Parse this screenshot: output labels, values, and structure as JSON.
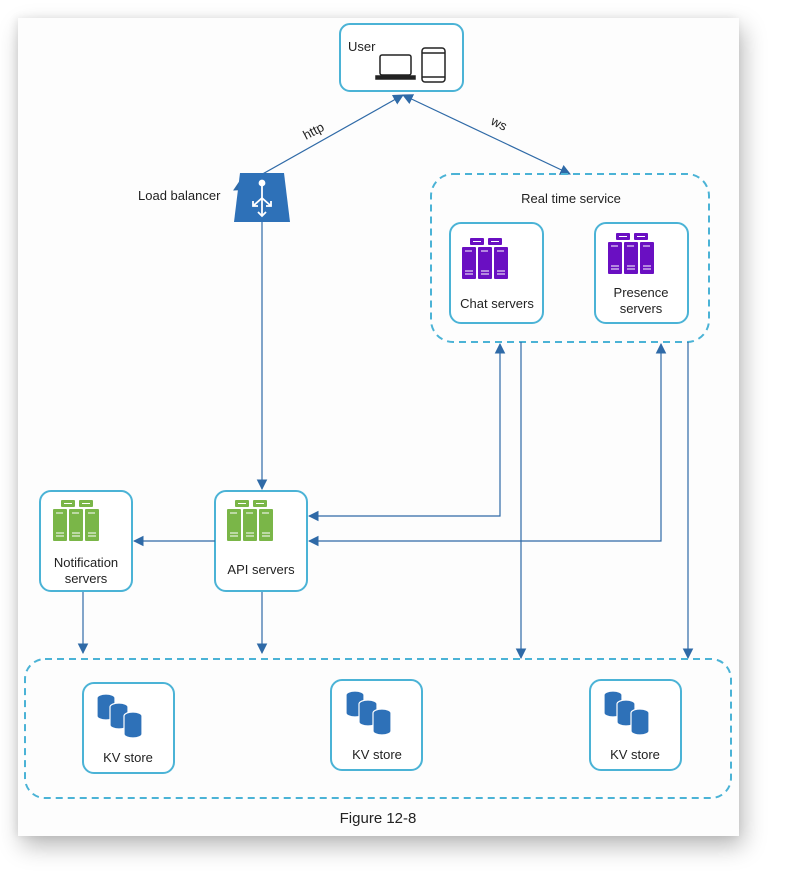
{
  "figure": {
    "caption": "Figure 12-8"
  },
  "colors": {
    "box_border": "#4bb3d6",
    "dashed_border": "#4bb3d6",
    "arrow": "#2f6aa7",
    "load_balancer": "#2e71b8",
    "chat_server": "#6a0fc2",
    "api_server": "#7ab648",
    "kv_store": "#2e71b8"
  },
  "nodes": {
    "user": {
      "label": "User",
      "icons": [
        "laptop-icon",
        "smartphone-icon"
      ]
    },
    "load_balancer": {
      "label": "Load balancer"
    },
    "real_time_service": {
      "label": "Real time service"
    },
    "chat_servers": {
      "label": "Chat servers"
    },
    "presence_servers": {
      "label_line1": "Presence",
      "label_line2": "servers"
    },
    "api_servers": {
      "label": "API servers"
    },
    "notification_servers": {
      "label_line1": "Notification",
      "label_line2": "servers"
    },
    "kv_stores": [
      {
        "label": "KV store"
      },
      {
        "label": "KV store"
      },
      {
        "label": "KV store"
      }
    ]
  },
  "edges": {
    "user_lb": {
      "label": "http"
    },
    "user_rts": {
      "label": "ws"
    }
  }
}
